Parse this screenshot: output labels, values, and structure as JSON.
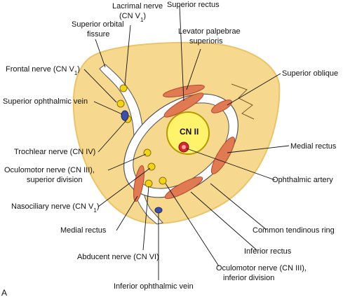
{
  "diagram": {
    "center_label": "CN II",
    "labels": {
      "lacrimal_nerve_line1": "Lacrimal nerve",
      "lacrimal_nerve_line2": "(CN V",
      "lacrimal_nerve_sub": "1",
      "lacrimal_nerve_close": ")",
      "superior_rectus": "Superior rectus",
      "superior_orbital_fissure_line1": "Superior orbital",
      "superior_orbital_fissure_line2": "fissure",
      "levator_line1": "Levator palpebrae",
      "levator_line2": "superioris",
      "frontal_nerve": "Frontal nerve (CN V",
      "frontal_nerve_sub": "1",
      "frontal_nerve_close": ")",
      "superior_oblique": "Superior oblique",
      "superior_ophthalmic_vein": "Superior ophthalmic vein",
      "trochlear_nerve": "Trochlear nerve  (CN IV)",
      "medial_rectus_right": "Medial rectus",
      "oculomotor_sup_line1": "Oculomotor nerve (CN III),",
      "oculomotor_sup_line2": "superior division",
      "ophthalmic_artery": "Ophthalmic artery",
      "nasociliary_nerve": "Nasociliary nerve (CN V",
      "nasociliary_nerve_sub": "1",
      "nasociliary_nerve_close": ")",
      "medial_rectus_left": "Medial rectus",
      "common_tendinous_ring": "Common tendinous ring",
      "abducent_nerve": "Abducent nerve (CN VI)",
      "inferior_rectus": "Inferior rectus",
      "oculomotor_inf_line1": "Oculomotor nerve (CN III),",
      "oculomotor_inf_line2": "inferior division",
      "inferior_ophthalmic_vein": "Inferior ophthalmic vein",
      "panel_letter": "A"
    },
    "colors": {
      "orbit_fill": "#f6d98f",
      "orbit_edge": "#e9c46a",
      "muscle": "#e07a52",
      "muscle_dark": "#b5452a",
      "nerve": "#f2d21a",
      "optic_nerve": "#fff36b",
      "artery": "#d42a2a",
      "vein": "#3d4fa8",
      "ring": "#ffffff",
      "leader": "#111111"
    }
  }
}
